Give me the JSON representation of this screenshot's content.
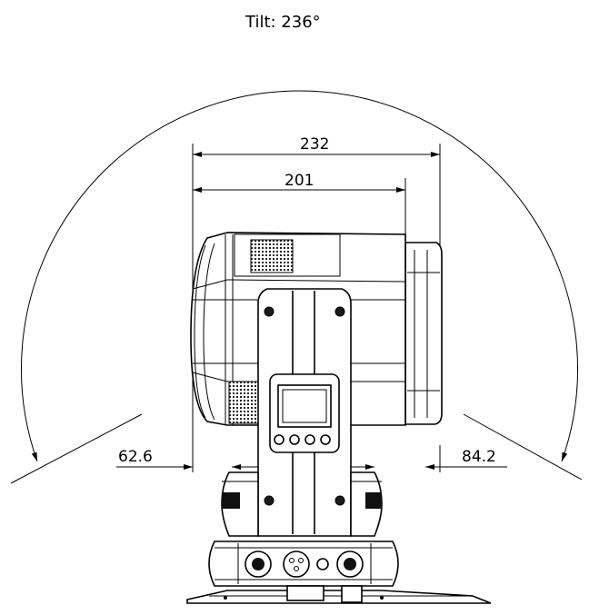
{
  "tilt": {
    "label": "Tilt: 236°"
  },
  "dimensions": {
    "overall_width": "232",
    "inner_width": "201",
    "left_offset": "62.6",
    "right_offset": "84.2"
  },
  "colors": {
    "line": "#000000",
    "background": "#ffffff"
  }
}
